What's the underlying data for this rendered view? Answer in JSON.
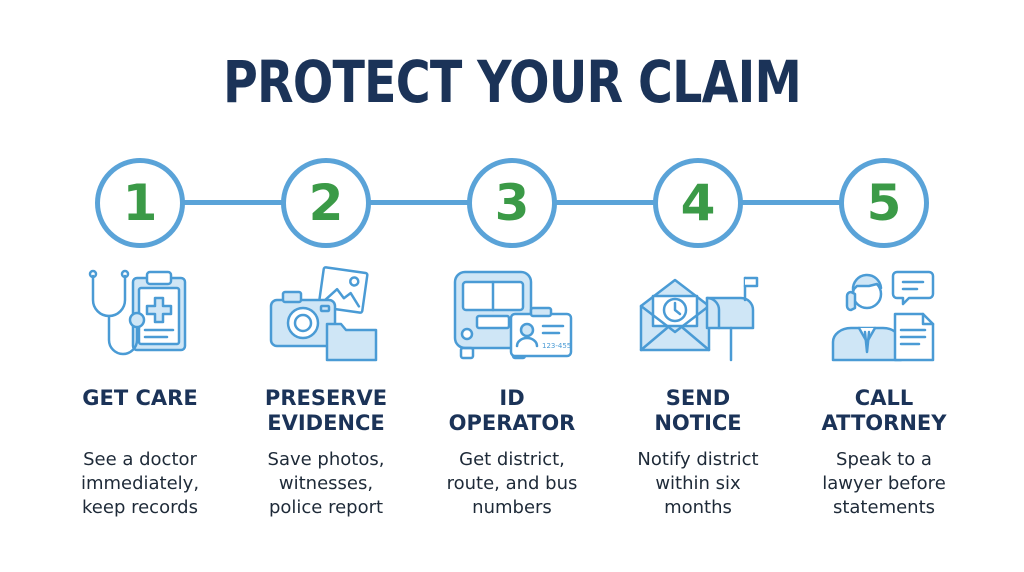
{
  "title": "PROTECT YOUR CLAIM",
  "colors": {
    "title": "#1b3358",
    "accent_blue": "#5aa3d8",
    "number_green": "#3b9a47",
    "icon_fill": "#cfe6f6"
  },
  "steps": [
    {
      "number": "1",
      "icon": "stethoscope-clipboard-icon",
      "title": "GET CARE",
      "description": "See a doctor\nimmediately,\nkeep records"
    },
    {
      "number": "2",
      "icon": "camera-photo-folder-icon",
      "title": "PRESERVE\nEVIDENCE",
      "description": "Save photos,\nwitnesses,\npolice report"
    },
    {
      "number": "3",
      "icon": "school-bus-id-card-icon",
      "title": "ID\nOPERATOR",
      "description": "Get district,\nroute, and bus\nnumbers",
      "id_card_text": "123-455"
    },
    {
      "number": "4",
      "icon": "envelope-clock-mailbox-icon",
      "title": "SEND\nNOTICE",
      "description": "Notify district\nwithin six\nmonths"
    },
    {
      "number": "5",
      "icon": "attorney-phone-document-icon",
      "title": "CALL\nATTORNEY",
      "description": "Speak to a\nlawyer before\nstatements"
    }
  ]
}
